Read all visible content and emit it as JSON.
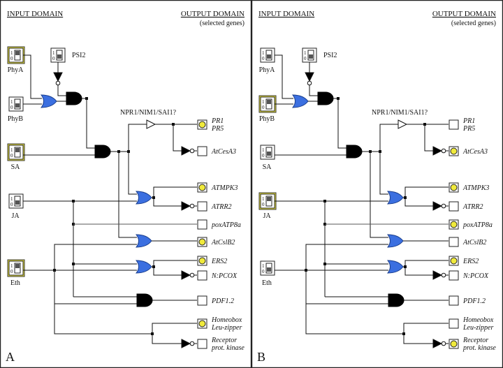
{
  "panels": [
    {
      "label": "A",
      "header": {
        "input": "INPUT DOMAIN",
        "output": "OUTPUT DOMAIN",
        "output_sub": "(selected genes)"
      },
      "inputs": [
        {
          "id": "phya",
          "label": "PhyA",
          "on": true
        },
        {
          "id": "psi2",
          "label": "PSI2",
          "on": false
        },
        {
          "id": "phyb",
          "label": "PhyB",
          "on": false
        },
        {
          "id": "sa",
          "label": "SA",
          "on": true
        },
        {
          "id": "ja",
          "label": "JA",
          "on": false
        },
        {
          "id": "eth",
          "label": "Eth",
          "on": true
        }
      ],
      "npr_label": "NPR1/NIM1/SAI1?",
      "outputs": [
        {
          "id": "pr",
          "lines": [
            "PR1",
            "PR5"
          ],
          "on": true
        },
        {
          "id": "cesa3",
          "lines": [
            "AtCesA3"
          ],
          "on": false
        },
        {
          "id": "atmpk3",
          "lines": [
            "ATMPK3"
          ],
          "on": true
        },
        {
          "id": "atrr2",
          "lines": [
            "ATRR2"
          ],
          "on": false
        },
        {
          "id": "poxatp8a",
          "lines": [
            "poxATP8a"
          ],
          "on": false
        },
        {
          "id": "atcslb2",
          "lines": [
            "AtCslB2"
          ],
          "on": true
        },
        {
          "id": "ers2",
          "lines": [
            "ERS2"
          ],
          "on": true
        },
        {
          "id": "npcox",
          "lines": [
            "N:PCOX"
          ],
          "on": false
        },
        {
          "id": "pdf12",
          "lines": [
            "PDF1.2"
          ],
          "on": false
        },
        {
          "id": "homeobox",
          "lines": [
            "Homeobox",
            "Leu-zipper"
          ],
          "on": true
        },
        {
          "id": "receptor",
          "lines": [
            "Receptor",
            "prot. kinase"
          ],
          "on": false
        }
      ]
    },
    {
      "label": "B",
      "header": {
        "input": "INPUT DOMAIN",
        "output": "OUTPUT DOMAIN",
        "output_sub": "(selected genes)"
      },
      "inputs": [
        {
          "id": "phya",
          "label": "PhyA",
          "on": false
        },
        {
          "id": "psi2",
          "label": "PSI2",
          "on": false
        },
        {
          "id": "phyb",
          "label": "PhyB",
          "on": true
        },
        {
          "id": "sa",
          "label": "SA",
          "on": false
        },
        {
          "id": "ja",
          "label": "JA",
          "on": true
        },
        {
          "id": "eth",
          "label": "Eth",
          "on": false
        }
      ],
      "npr_label": "NPR1/NIM1/SAI1?",
      "outputs": [
        {
          "id": "pr",
          "lines": [
            "PR1",
            "PR5"
          ],
          "on": false
        },
        {
          "id": "cesa3",
          "lines": [
            "AtCesA3"
          ],
          "on": true
        },
        {
          "id": "atmpk3",
          "lines": [
            "ATMPK3"
          ],
          "on": true
        },
        {
          "id": "atrr2",
          "lines": [
            "ATRR2"
          ],
          "on": false
        },
        {
          "id": "poxatp8a",
          "lines": [
            "poxATP8a"
          ],
          "on": true
        },
        {
          "id": "atcslb2",
          "lines": [
            "AtCslB2"
          ],
          "on": false
        },
        {
          "id": "ers2",
          "lines": [
            "ERS2"
          ],
          "on": true
        },
        {
          "id": "npcox",
          "lines": [
            "N:PCOX"
          ],
          "on": false
        },
        {
          "id": "pdf12",
          "lines": [
            "PDF1.2"
          ],
          "on": false
        },
        {
          "id": "homeobox",
          "lines": [
            "Homeobox",
            "Leu-zipper"
          ],
          "on": false
        },
        {
          "id": "receptor",
          "lines": [
            "Receptor",
            "prot. kinase"
          ],
          "on": true
        }
      ]
    }
  ],
  "colors": {
    "switch_on": "#f0ea3c",
    "lamp_on": "#f0ea3c",
    "or_gate": "#3b6fe0",
    "and_gate": "#000000"
  }
}
